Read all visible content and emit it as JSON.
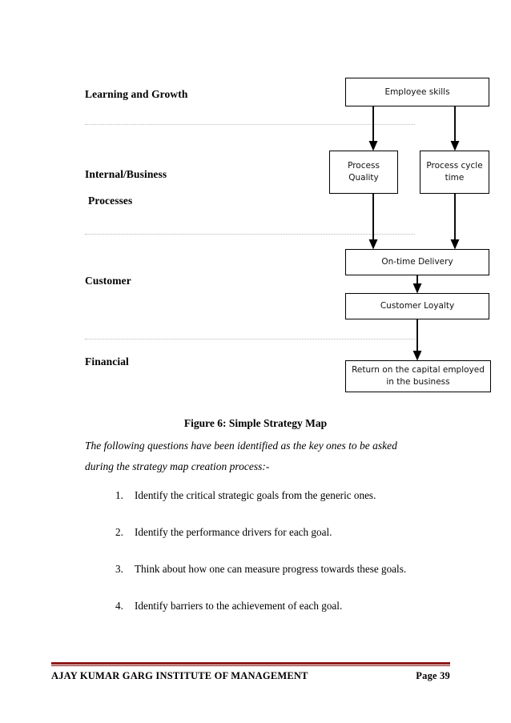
{
  "document": {
    "figure_caption": "Figure 6: Simple Strategy Map",
    "intro_paragraph": "The following questions have been identified as the key ones to be asked during the strategy map creation process:-"
  },
  "diagram": {
    "perspectives": [
      {
        "id": "learning",
        "label": "Learning and Growth"
      },
      {
        "id": "internal",
        "label": "Internal/Business"
      },
      {
        "id": "processes",
        "label": "Processes"
      },
      {
        "id": "customer",
        "label": "Customer"
      },
      {
        "id": "financial",
        "label": "Financial"
      }
    ],
    "nodes": [
      {
        "id": "employee-skills",
        "label": "Employee skills"
      },
      {
        "id": "process-quality",
        "label": "Process Quality"
      },
      {
        "id": "process-cycle",
        "label": "Process cycle time"
      },
      {
        "id": "ontime-delivery",
        "label": "On-time Delivery"
      },
      {
        "id": "customer-loyalty",
        "label": "Customer Loyalty"
      },
      {
        "id": "return-capital",
        "label": "Return on the capital employed in the business"
      }
    ],
    "edges": [
      {
        "from": "employee-skills",
        "to": "process-quality"
      },
      {
        "from": "employee-skills",
        "to": "process-cycle"
      },
      {
        "from": "process-quality",
        "to": "ontime-delivery"
      },
      {
        "from": "process-cycle",
        "to": "ontime-delivery"
      },
      {
        "from": "ontime-delivery",
        "to": "customer-loyalty"
      },
      {
        "from": "customer-loyalty",
        "to": "return-capital"
      }
    ],
    "colors": {
      "node_border": "#000000",
      "node_fill": "#ffffff",
      "connector": "#000000",
      "band_separator": "#b9b9b9"
    }
  },
  "questions": [
    {
      "num": "1.",
      "text": "Identify the critical strategic goals from the generic ones."
    },
    {
      "num": "2.",
      "text": "Identify the performance drivers for each goal."
    },
    {
      "num": "3.",
      "text": "Think about how one can measure progress towards these goals."
    },
    {
      "num": "4.",
      "text": "Identify barriers to the achievement of each goal."
    }
  ],
  "footer": {
    "institute": "AJAY KUMAR GARG INSTITUTE OF MANAGEMENT",
    "page": "Page 39",
    "rule_color": "#8c1a1a"
  }
}
